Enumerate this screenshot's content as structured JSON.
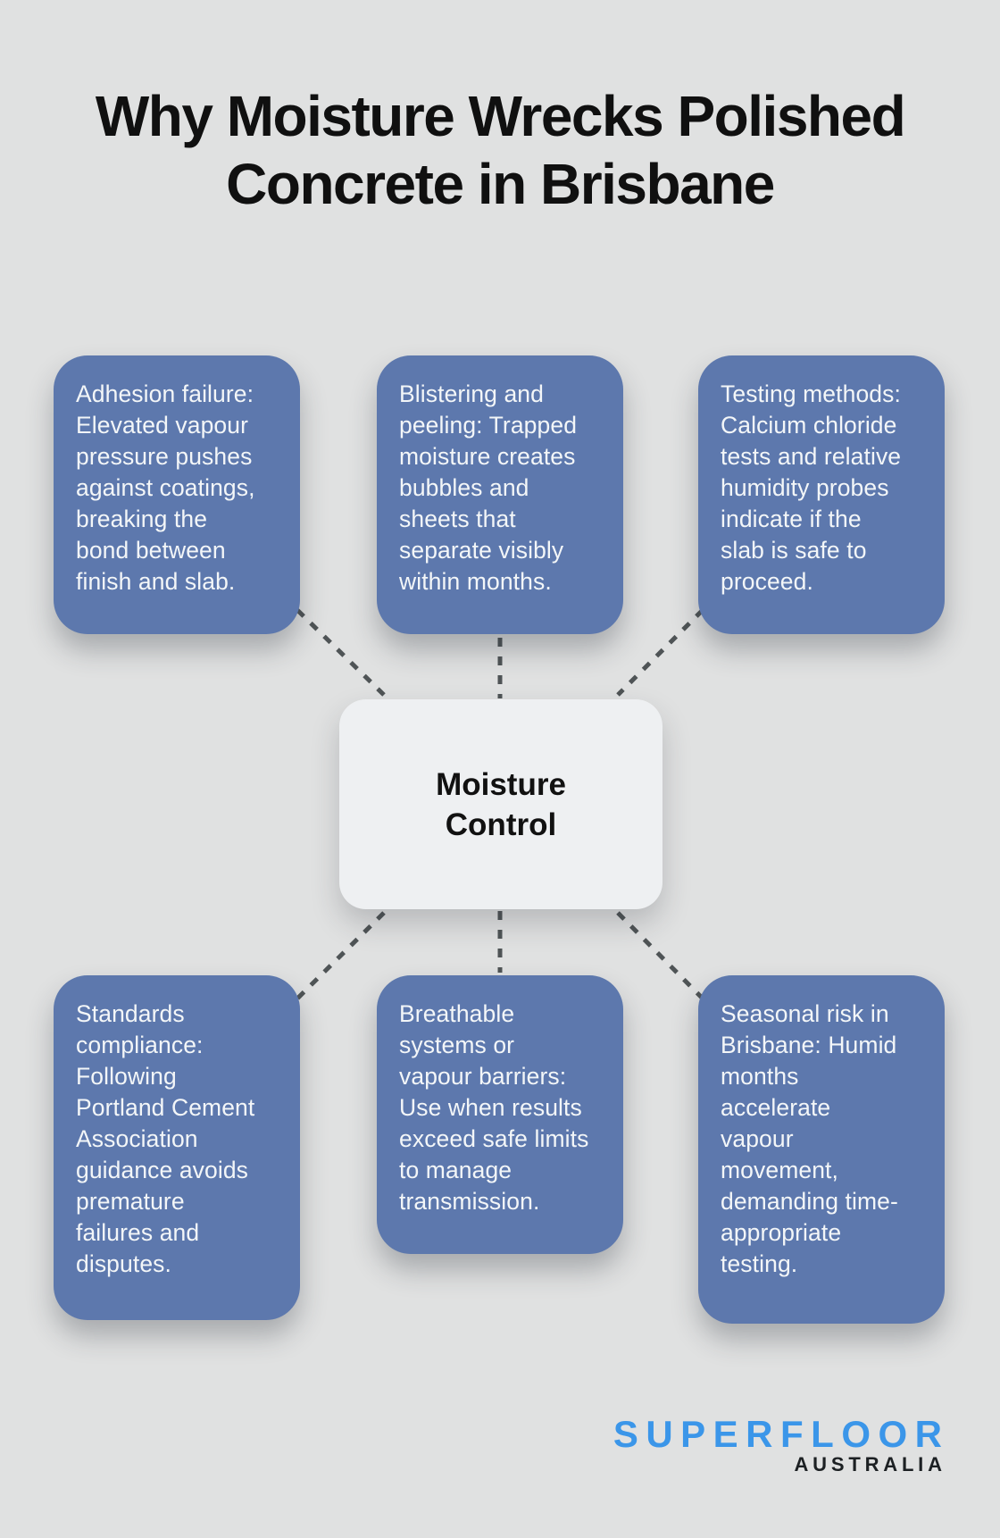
{
  "title": "Why Moisture Wrecks Polished\nConcrete in Brisbane",
  "center": {
    "label": "Moisture\nControl"
  },
  "nodes": [
    {
      "id": "adhesion-failure",
      "position": "top-left",
      "text": "Adhesion failure:\nElevated vapour\npressure pushes\nagainst coatings,\nbreaking the\nbond between\nfinish and slab."
    },
    {
      "id": "blistering-peeling",
      "position": "top-middle",
      "text": "Blistering and\npeeling: Trapped\nmoisture creates\nbubbles and\nsheets that\nseparate visibly\nwithin months."
    },
    {
      "id": "testing-methods",
      "position": "top-right",
      "text": "Testing methods:\nCalcium chloride\ntests and relative\nhumidity probes\nindicate if the\nslab is safe to\nproceed."
    },
    {
      "id": "standards-compliance",
      "position": "bottom-left",
      "text": "Standards\ncompliance:\nFollowing\nPortland Cement\nAssociation\nguidance avoids\npremature\nfailures and\ndisputes."
    },
    {
      "id": "breathable-systems",
      "position": "bottom-middle",
      "text": "Breathable\nsystems or\nvapour barriers:\nUse when results\nexceed safe limits\nto manage\ntransmission."
    },
    {
      "id": "seasonal-risk",
      "position": "bottom-right",
      "text": "Seasonal risk in\nBrisbane: Humid\nmonths\naccelerate\nvapour\nmovement,\ndemanding time-\nappropriate\ntesting."
    }
  ],
  "logo": {
    "name": "SUPERFLOOR",
    "subname": "AUSTRALIA"
  },
  "colors": {
    "background": "#e0e1e1",
    "node_fill": "#5d78ad",
    "node_text": "#f3f6f8",
    "center_fill": "#eef0f2",
    "center_text": "#111111",
    "connector": "#4f5456",
    "title_text": "#101010",
    "logo_primary": "#3b96e9",
    "logo_secondary": "#1c2023"
  }
}
